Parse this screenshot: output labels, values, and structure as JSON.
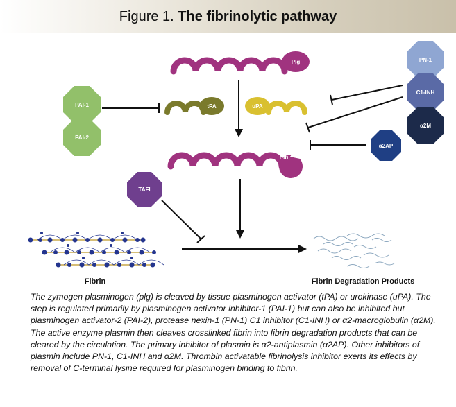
{
  "header": {
    "figure_label": "Figure 1.",
    "title": "The fibrinolytic pathway"
  },
  "nodes": {
    "plg": "Plg",
    "tpa": "tPA",
    "upa": "uPA",
    "pln": "Pln",
    "pai1": "PAI-1",
    "pai2": "PAI-2",
    "pn1": "PN-1",
    "c1inh": "C1-INH",
    "a2m": "α2M",
    "a2ap": "α2AP",
    "tafi": "TAFI",
    "fibrin": "Fibrin",
    "products": "Fibrin Degradation Products"
  },
  "colors": {
    "plasminogen": "#a0337f",
    "tpa": "#7a7a2c",
    "upa": "#d9c030",
    "pai": "#92c06a",
    "pn1": "#8fa6d2",
    "c1inh": "#5a6aa6",
    "a2m": "#1c2a4a",
    "a2ap": "#1f3f84",
    "tafi": "#6f3f8e",
    "fibrin": "#24358e",
    "products": "#8aa6be"
  },
  "caption": "The zymogen plasminogen (plg) is cleaved by tissue plasminogen activator (tPA) or urokinase (uPA). The step is regulated primarily by plasminogen activator inhibitor-1 (PAI-1) but can also be inhibited but plasminogen activator-2 (PAI-2), protease nexin-1 (PN-1) C1 inhibitor (C1-INH) or α2-macroglobulin (α2M). The active enzyme plasmin then cleaves crosslinked fibrin into fibrin degradation products that can be cleared by the circulation.  The primary inhibitor of plasmin is α2-antiplasmin (α2AP).  Other inhibitors of plasmin include PN-1, C1-INH and α2M.  Thrombin activatable fibrinolysis inhibitor exerts its effects by removal of C-terminal lysine required for plasminogen binding to fibrin."
}
